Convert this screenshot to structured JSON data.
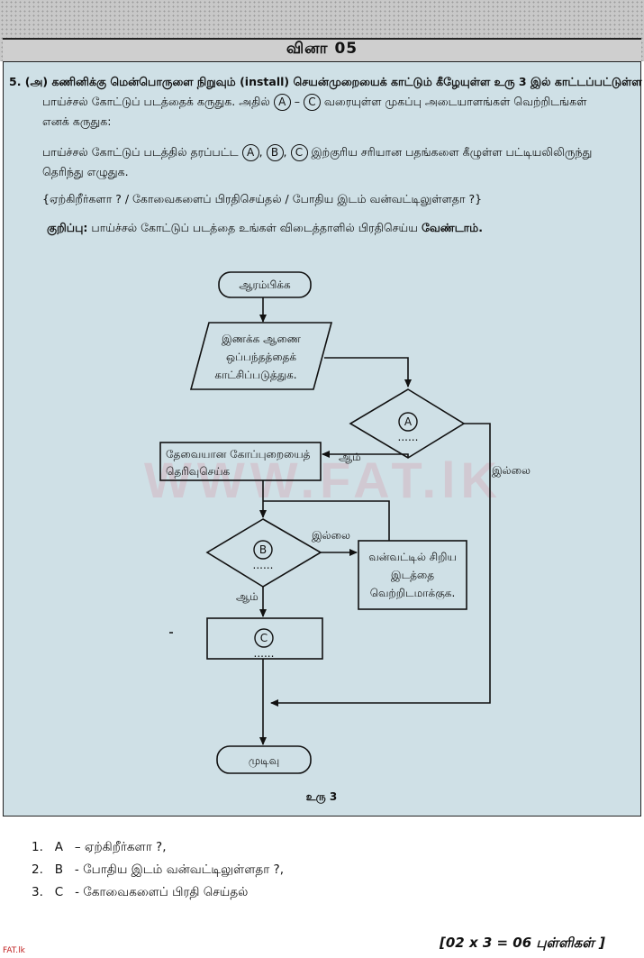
{
  "header": {
    "title": "வினா 05"
  },
  "question": {
    "line1": "5. (அ) கணினிக்கு மென்பொருளை நிறுவும் (install) செயன்முறையைக் காட்டும் கீழேயுள்ள உரு 3 இல் காட்டப்பட்டுள்ள",
    "line2_pre": "பாய்ச்சல் கோட்டுப் படத்தைக் கருதுக. அதில்",
    "line2_dash": "–",
    "line2_post": "வரையுள்ள முகப்பு அடையாளங்கள் வெற்றிடங்கள்",
    "line3": "எனக் கருதுக:",
    "line4_pre": "பாய்ச்சல் கோட்டுப் படத்தில் தரப்பட்ட",
    "line4_post": "இற்குரிய சரியான பதங்களை கீழுள்ள பட்டியலிலிருந்து",
    "line5": "தெரிந்து எழுதுக.",
    "options": "{ஏற்கிறீர்களா ? / கோவைகளைப் பிரதிசெய்தல் / போதிய இடம் வன்வட்டிலுள்ளதா ?}",
    "note_label": "குறிப்பு:",
    "note_text": "பாய்ச்சல் கோட்டுப் படத்தை உங்கள் விடைத்தாளில் பிரதிசெய்ய",
    "note_emph": "வேண்டாம்.",
    "letters": {
      "a": "A",
      "b": "B",
      "c": "C"
    }
  },
  "flowchart": {
    "start": "ஆரம்பிக்க",
    "io_line1": "இணக்க ஆணை",
    "io_line2": "ஒப்பந்தத்தைக்",
    "io_line3": "காட்சிப்படுத்துக.",
    "select_line1": "தேவையான கோப்புறையைத்",
    "select_line2": "தெரிவுசெய்க",
    "yes": "ஆம்",
    "no": "இல்லை",
    "free_line1": "வன்வட்டில் சிறிய",
    "free_line2": "இடத்தை",
    "free_line3": "வெற்றிடமாக்குக.",
    "end": "முடிவு",
    "decision_a": "A",
    "decision_b": "B",
    "process_c": "C",
    "dots": "......",
    "caption": "உரு 3"
  },
  "watermark": "WWW.FAT.lK",
  "answers": [
    {
      "num": "1.",
      "letter": "A",
      "text": "– ஏற்கிறீர்களா ?,"
    },
    {
      "num": "2.",
      "letter": "B",
      "text": "- போதிய இடம் வன்வட்டிலுள்ளதா ?,"
    },
    {
      "num": "3.",
      "letter": "C",
      "text": "- கோவைகளைப் பிரதி செய்தல்"
    }
  ],
  "marks": "[02 x 3 = 06  புள்ளிகள்  ]",
  "footer_logo": "FAT.lk"
}
